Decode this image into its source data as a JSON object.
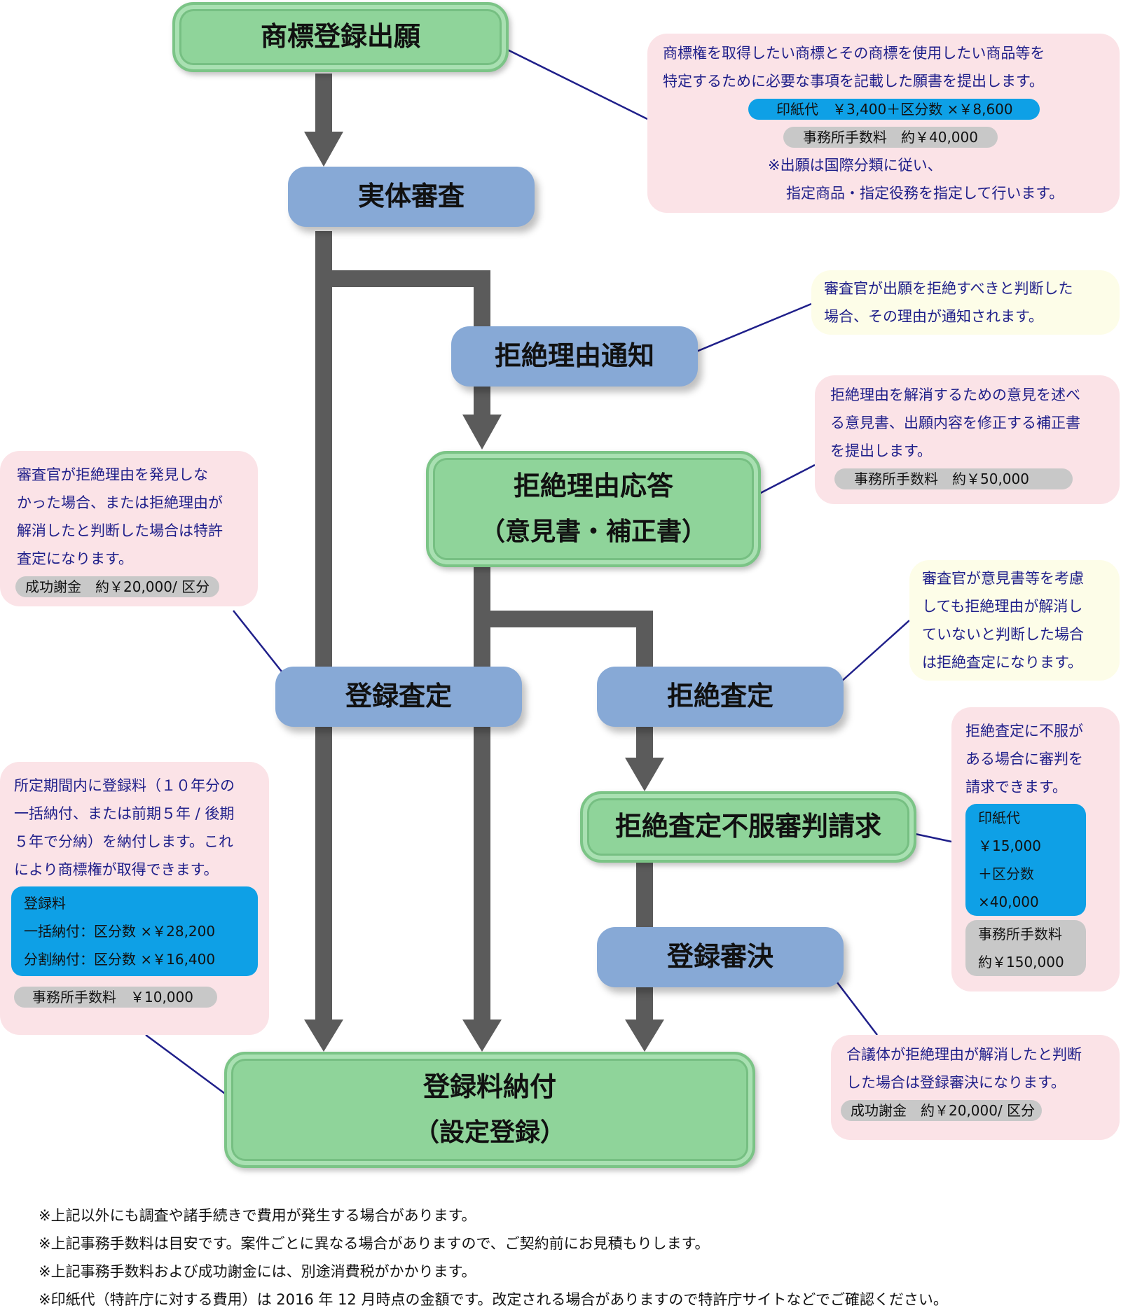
{
  "nodes": {
    "application": "商標登録出願",
    "substantive_exam": "実体審査",
    "refusal_notice": "拒絶理由通知",
    "refusal_response_1": "拒絶理由応答",
    "refusal_response_2": "（意見書・補正書）",
    "registration_decision": "登録査定",
    "final_refusal": "拒絶査定",
    "appeal": "拒絶査定不服審判請求",
    "appeal_decision": "登録審決",
    "fee_payment_1": "登録料納付",
    "fee_payment_2": "（設定登録）"
  },
  "notes": {
    "application": {
      "line1": "商標権を取得したい商標とその商標を使用したい商品等を",
      "line2": "特定するために必要な事項を記載した願書を提出します。",
      "stamp": "印紙代　￥3,400＋区分数 ×￥8,600",
      "office_fee": "事務所手数料　約￥40,000",
      "line3": "※出願は国際分類に従い、",
      "line4": "指定商品・指定役務を指定して行います。"
    },
    "refusal_notice": {
      "line1": "審査官が出願を拒絶すべきと判断した",
      "line2": "場合、その理由が通知されます。"
    },
    "refusal_response": {
      "line1": "拒絶理由を解消するための意見を述べ",
      "line2": "る意見書、出願内容を修正する補正書",
      "line3": "を提出します。",
      "office_fee": "事務所手数料　約￥50,000"
    },
    "registration_decision": {
      "line1": "審査官が拒絶理由を発見しな",
      "line2": "かった場合、または拒絶理由が",
      "line3": "解消したと判断した場合は特許",
      "line4": "査定になります。",
      "success_fee": "成功謝金　約￥20,000/ 区分"
    },
    "final_refusal": {
      "line1": "審査官が意見書等を考慮",
      "line2": "しても拒絶理由が解消し",
      "line3": "ていないと判断した場合",
      "line4": "は拒絶査定になります。"
    },
    "appeal": {
      "line1": "拒絶査定に不服が",
      "line2": "ある場合に審判を",
      "line3": "請求できます。",
      "stamp_1": "印紙代",
      "stamp_2": "￥15,000",
      "stamp_3": "＋区分数",
      "stamp_4": "×40,000",
      "office_fee_1": "事務所手数料",
      "office_fee_2": "約￥150,000"
    },
    "fee_payment": {
      "line1": "所定期間内に登録料（１０年分の",
      "line2": "一括納付、または前期５年 / 後期",
      "line3": "５年で分納）を納付します。これ",
      "line4": "により商標権が取得できます。",
      "fee_title": "登録料",
      "fee_lump": "一括納付：区分数 ×￥28,200",
      "fee_split": "分割納付：区分数 ×￥16,400",
      "office_fee": "事務所手数料　￥10,000"
    },
    "appeal_decision": {
      "line1": "合議体が拒絶理由が解消したと判断",
      "line2": "した場合は登録審決になります。",
      "success_fee": "成功謝金　約￥20,000/ 区分"
    }
  },
  "footer": [
    "※上記以外にも調査や諸手続きで費用が発生する場合があります。",
    "※上記事務手数料は目安です。案件ごとに異なる場合がありますので、ご契約前にお見積もりします。",
    "※上記事務手数料および成功謝金には、別途消費税がかかります。",
    "※印紙代（特許庁に対する費用）は 2016 年 12 月時点の金額です。改定される場合がありますので特許庁サイトなどでご確認ください。"
  ],
  "colors": {
    "green_node": "#8fd49a",
    "blue_node": "#87a9d6",
    "pink_note": "#fbe3e7",
    "yellow_note": "#fdfde8",
    "stamp_pill": "#0ea0e6",
    "fee_pill": "#c8c8c8",
    "arrow": "#5b5b5b",
    "leader": "#1f1f8a"
  }
}
